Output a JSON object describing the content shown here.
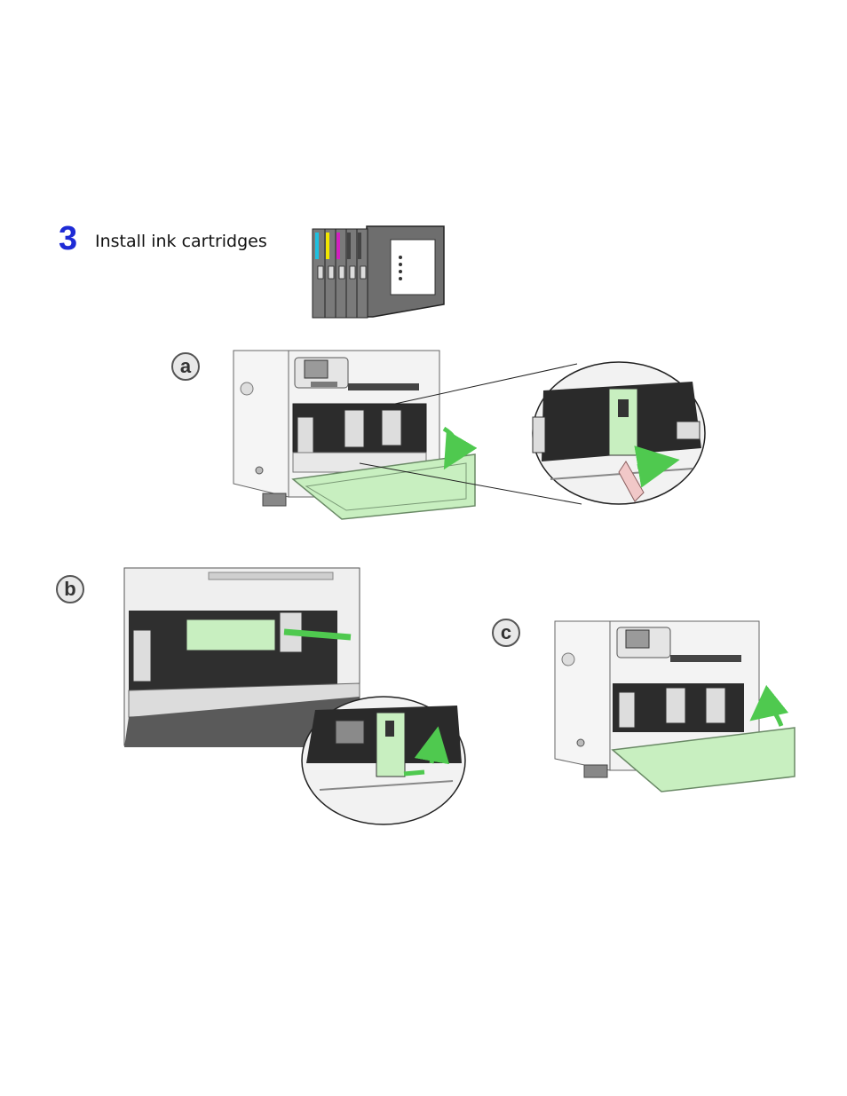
{
  "step": {
    "number": "3",
    "title": "Install ink cartridges"
  },
  "substeps": [
    {
      "label": "a"
    },
    {
      "label": "b"
    },
    {
      "label": "c"
    }
  ],
  "colors": {
    "step_number": "#1e2bd6",
    "cyan": "#1ec0e0",
    "yellow": "#f2e600",
    "magenta": "#d21fbf",
    "highlight_green": "#c8efc0",
    "arrow_green": "#4fc94f"
  }
}
